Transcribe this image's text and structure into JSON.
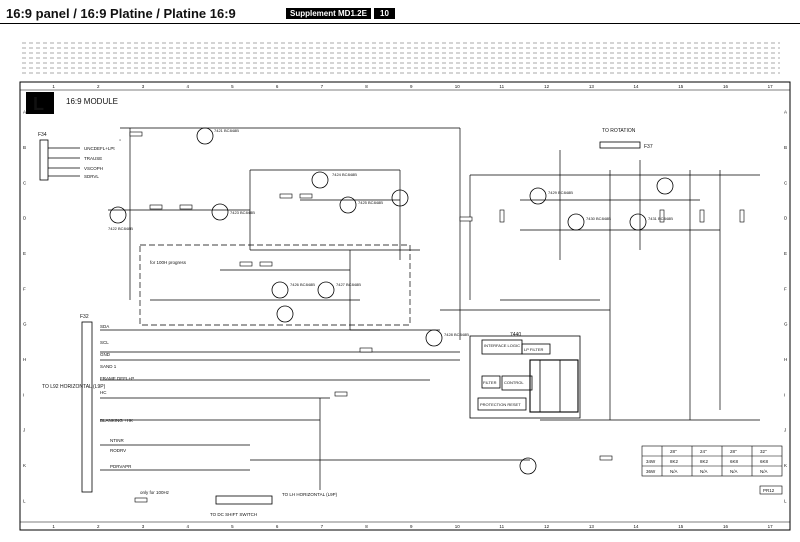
{
  "header": {
    "title": "16:9 panel / 16:9 Platine / Platine 16:9",
    "supplement": "Supplement MD1.2E",
    "page": "10"
  },
  "panel": {
    "letter": "L",
    "title": "16:9 MODULE"
  },
  "ruler": {
    "top": [
      "1",
      "2",
      "3",
      "4",
      "5",
      "6",
      "7",
      "8",
      "9",
      "10",
      "11",
      "12",
      "13",
      "14",
      "15",
      "16",
      "17"
    ],
    "side": [
      "A",
      "B",
      "C",
      "D",
      "E",
      "F",
      "G",
      "H",
      "I",
      "J",
      "K",
      "L"
    ]
  },
  "connectors": {
    "f34": "F34",
    "f32": "F32",
    "f34_pins": [
      "UNCDEFL+LPt",
      "TRAUSE",
      "VSCOPH",
      "SDRVL"
    ],
    "f32_pins": [
      "SDA",
      "SCL",
      "GND",
      "SAND 1",
      "FRAME DEFL+P",
      "HC",
      "BLANKING +HK",
      "NTINR",
      "RODRV",
      "PDRVAPR"
    ],
    "rotation_label": "TO ROTATION",
    "rotation_conn": "F37",
    "l92": "TO L92 HORIZONTAL (L9P)",
    "lh": "TO LH HORIZONTAL (L9P)",
    "dc_shift": "TO DC SHIFT SWITCH",
    "only_progress": "for 100H progress",
    "only_100hz": "only for 100Hz"
  },
  "ics": {
    "logic": "INTERFACE LOGIC",
    "lp_filter": "LP FILTER",
    "filter": "FILTER",
    "control": "CONTROL",
    "protection": "PROTECTION RESET",
    "ic": "7440"
  },
  "transistors": [
    "7421 BC848B",
    "7422 BC848B",
    "7423 BC848B",
    "7424 BC848B",
    "7425 BC848B",
    "7426 BC848B",
    "7427 BC848B",
    "7428 BC848B",
    "7429 BC848B",
    "7430 BC848B",
    "7431 BC848B"
  ],
  "table": {
    "headers": [
      "",
      "28\"",
      "24\"",
      "28\"",
      "32\""
    ],
    "rows": [
      [
        "34W",
        "8K2",
        "8K2",
        "6K8",
        "6K8"
      ],
      [
        "36W",
        "N/A",
        "N/A",
        "N/A",
        "N/A"
      ]
    ],
    "ref": "PR12"
  }
}
